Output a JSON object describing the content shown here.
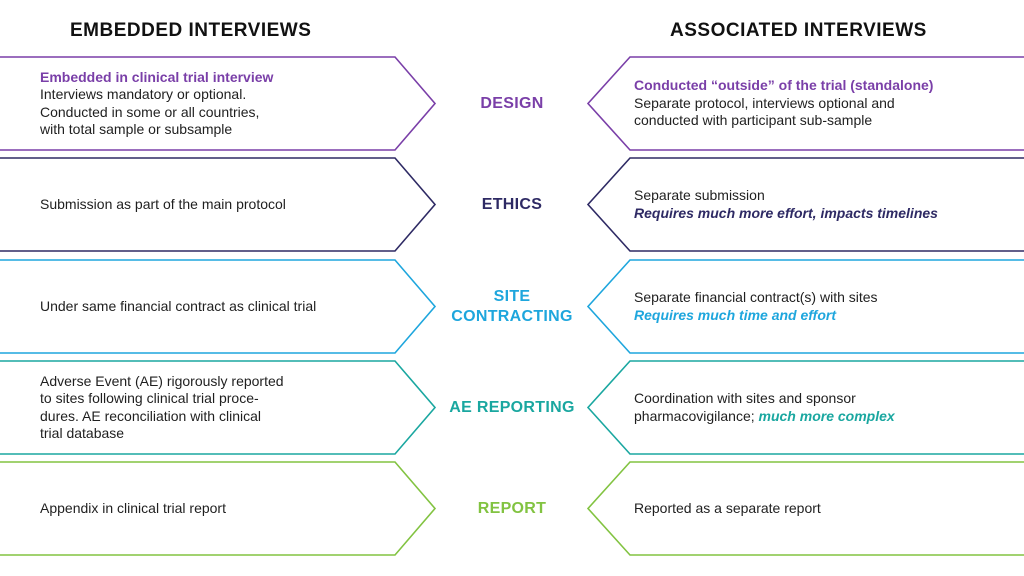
{
  "headers": {
    "left": "EMBEDDED INTERVIEWS",
    "right": "ASSOCIATED INTERVIEWS"
  },
  "colors": {
    "design": "#7a3fa8",
    "ethics": "#2e2a64",
    "site_contracting": "#1ea6dd",
    "ae_reporting": "#1aa7a0",
    "report": "#82c341"
  },
  "rows": [
    {
      "key": "design",
      "label_lines": [
        "DESIGN"
      ],
      "left": {
        "highlight": "Embedded in clinical trial interview",
        "lines": [
          "Interviews mandatory or optional.",
          "Conducted in some or all countries,",
          "with total sample or subsample"
        ]
      },
      "right": {
        "highlight": "Conducted “outside” of the trial (standalone)",
        "lines": [
          "Separate protocol, interviews optional and",
          "conducted with participant sub-sample"
        ],
        "emphasis": ""
      }
    },
    {
      "key": "ethics",
      "label_lines": [
        "ETHICS"
      ],
      "left": {
        "highlight": "",
        "lines": [
          "Submission as part of the main protocol"
        ]
      },
      "right": {
        "highlight": "",
        "lines": [
          "Separate submission"
        ],
        "emphasis": "Requires much more effort, impacts timelines"
      }
    },
    {
      "key": "site_contracting",
      "label_lines": [
        "SITE",
        "CONTRACTING"
      ],
      "left": {
        "highlight": "",
        "lines": [
          "Under same financial contract as clinical trial"
        ]
      },
      "right": {
        "highlight": "",
        "lines": [
          "Separate financial contract(s) with sites"
        ],
        "emphasis": "Requires much time and effort"
      }
    },
    {
      "key": "ae_reporting",
      "label_lines": [
        "AE REPORTING"
      ],
      "left": {
        "highlight": "",
        "lines": [
          "Adverse Event (AE) rigorously reported",
          "to sites following clinical trial proce-",
          "dures. AE reconciliation with clinical",
          "trial database"
        ]
      },
      "right": {
        "highlight": "",
        "lines": [
          "Coordination with sites and sponsor"
        ],
        "mixed_prefix": "pharmacovigilance; ",
        "emphasis": "much more complex"
      }
    },
    {
      "key": "report",
      "label_lines": [
        "REPORT"
      ],
      "left": {
        "highlight": "",
        "lines": [
          "Appendix in clinical trial report"
        ]
      },
      "right": {
        "highlight": "",
        "lines": [
          "Reported as a separate report"
        ],
        "emphasis": ""
      }
    }
  ]
}
